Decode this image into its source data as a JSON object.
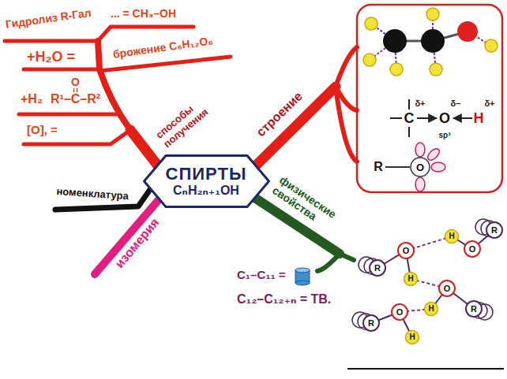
{
  "diagram": {
    "nodes": [
      {
        "text": [
          "СПИРТЫ",
          "CₙH₂ₙ₊₁OH"
        ]
      }
    ],
    "labels": [
      "Гидролиз R-Гал",
      "... = CH₃–OH",
      "+H₂O =",
      "брожение C₆H₁₂O₆",
      "O",
      "+H₂",
      "R¹–C–R²",
      "способы получения",
      "[O], =",
      "строение",
      "δ+",
      "δ–",
      "δ+",
      "C",
      "O",
      "H",
      "sp³",
      "R",
      "O",
      "номенклатура",
      "изомерия",
      "физические свойства",
      "C₁–C₁₁ =",
      "C₁₂–C₁₂₊ₙ = ТВ.",
      "H",
      "O",
      "R",
      "R",
      "O",
      "H",
      "O",
      "H",
      "R",
      "R",
      "O",
      "H"
    ]
  }
}
